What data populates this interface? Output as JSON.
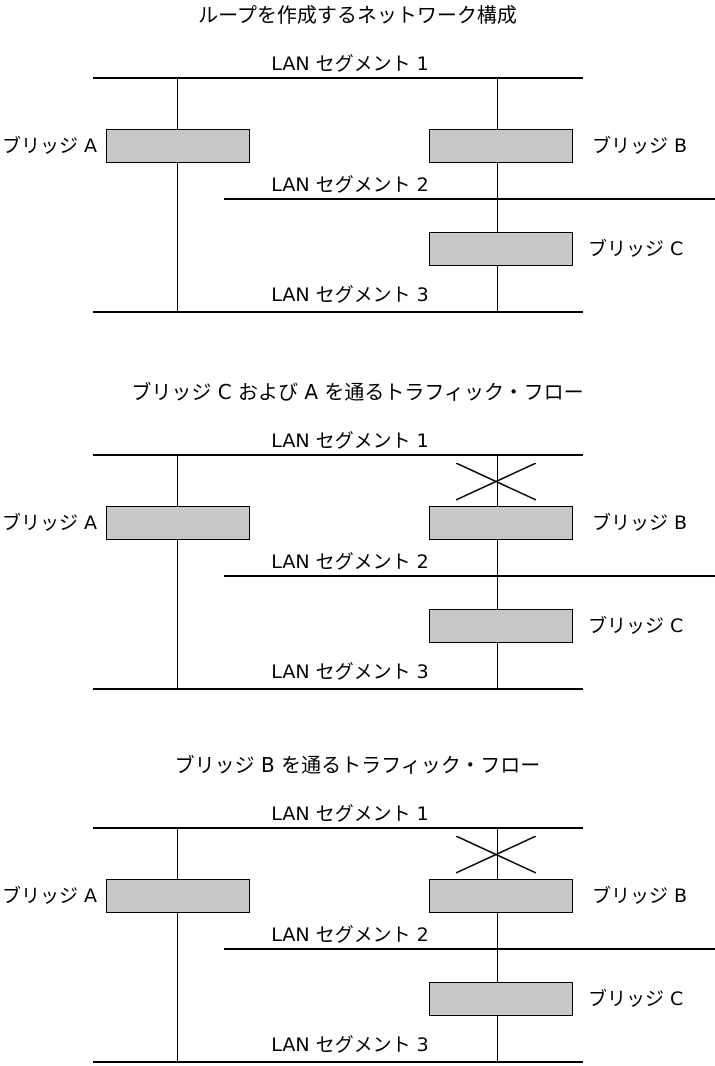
{
  "colors": {
    "background": "#ffffff",
    "line": "#000000",
    "text": "#000000",
    "bridge_box_fill": "#c8c8c8",
    "bridge_box_border": "#000000"
  },
  "diagrams": [
    {
      "title": "ループを作成するネットワーク構成",
      "lan1": "LAN セグメント 1",
      "lan2": "LAN セグメント 2",
      "lan3": "LAN セグメント 3",
      "bridge_a": "ブリッジ A",
      "bridge_b": "ブリッジ B",
      "bridge_c": "ブリッジ C",
      "blocked_link": "none"
    },
    {
      "title": "ブリッジ C および A を通るトラフィック・フロー",
      "lan1": "LAN セグメント 1",
      "lan2": "LAN セグメント 2",
      "lan3": "LAN セグメント 3",
      "bridge_a": "ブリッジ A",
      "bridge_b": "ブリッジ B",
      "bridge_c": "ブリッジ C",
      "blocked_link": "x-mark-between-lan1-and-bridge-b"
    },
    {
      "title": "ブリッジ B を通るトラフィック・フロー",
      "lan1": "LAN セグメント 1",
      "lan2": "LAN セグメント 2",
      "lan3": "LAN セグメント 3",
      "bridge_a": "ブリッジ A",
      "bridge_b": "ブリッジ B",
      "bridge_c": "ブリッジ C",
      "blocked_link": "x-mark-between-lan1-and-bridge-b"
    }
  ]
}
